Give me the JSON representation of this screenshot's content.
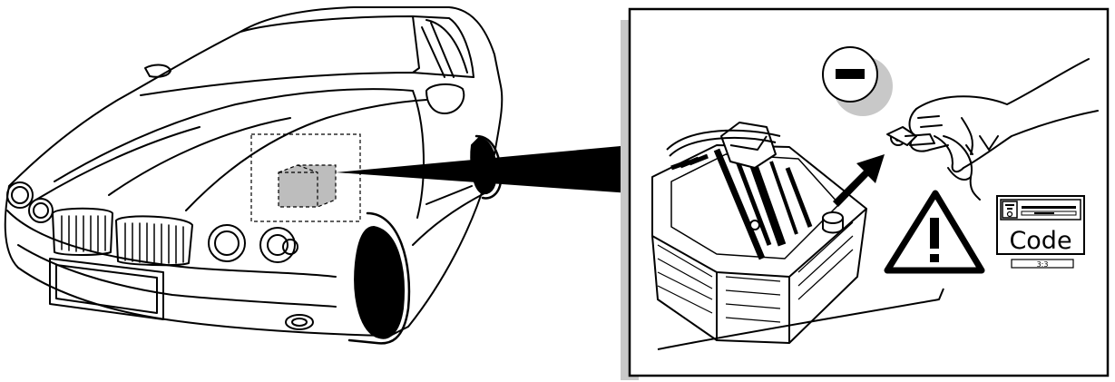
{
  "diagram": {
    "subject": "car-battery-disconnect",
    "terminal_symbol": "negative",
    "code_panel": {
      "label": "Code",
      "ratio": "3:3"
    },
    "colors": {
      "line": "#000000",
      "shade": "#c8c8c8",
      "highlight": "#bdbdbd",
      "background": "#ffffff"
    }
  }
}
